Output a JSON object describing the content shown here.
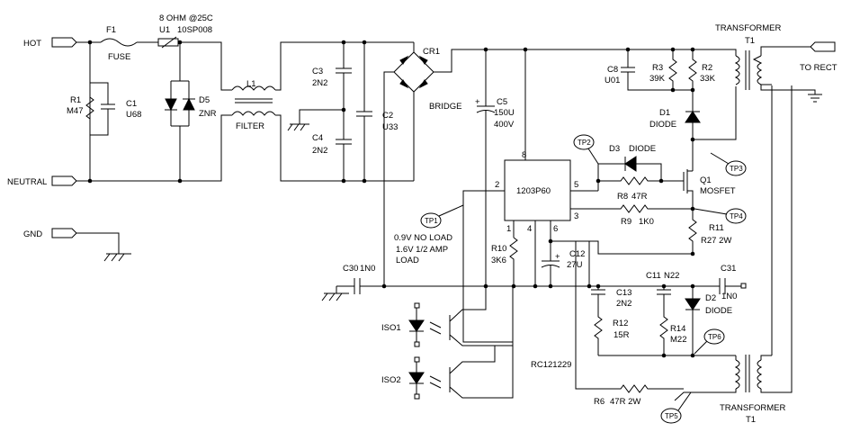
{
  "terminals": {
    "hot": "HOT",
    "neutral": "NEUTRAL",
    "gnd": "GND",
    "to_rect": "TO RECT"
  },
  "components": {
    "f1": {
      "ref": "F1",
      "value": "FUSE"
    },
    "u1": {
      "ref": "U1",
      "value": "10SP008",
      "note": "8 OHM @25C"
    },
    "r1": {
      "ref": "R1",
      "value": "M47"
    },
    "c1": {
      "ref": "C1",
      "value": "U68"
    },
    "d5": {
      "ref": "D5",
      "value": "ZNR"
    },
    "l1": {
      "ref": "L1",
      "value": "FILTER"
    },
    "c3": {
      "ref": "C3",
      "value": "2N2"
    },
    "c4": {
      "ref": "C4",
      "value": "2N2"
    },
    "c2": {
      "ref": "C2",
      "value": "U33"
    },
    "cr1": {
      "ref": "CR1",
      "value": "BRIDGE"
    },
    "c5": {
      "ref": "C5",
      "value": "150U",
      "rating": "400V"
    },
    "c8": {
      "ref": "C8",
      "value": "U01"
    },
    "r3": {
      "ref": "R3",
      "value": "39K"
    },
    "r2": {
      "ref": "R2",
      "value": "33K"
    },
    "d1": {
      "ref": "D1",
      "value": "DIODE"
    },
    "t1_top": {
      "label": "TRANSFORMER",
      "ref": "T1"
    },
    "t1_bottom": {
      "label": "TRANSFORMER",
      "ref": "T1"
    },
    "ic": {
      "value": "1203P60",
      "pins": [
        "8",
        "2",
        "5",
        "3",
        "1",
        "4",
        "6"
      ]
    },
    "d3": {
      "ref": "D3",
      "value": "DIODE"
    },
    "r8": {
      "ref": "R8",
      "value": "47R"
    },
    "q1": {
      "ref": "Q1",
      "value": "MOSFET"
    },
    "r9": {
      "ref": "R9",
      "value": "1K0"
    },
    "r11": {
      "ref": "R11",
      "value": "R27 2W"
    },
    "r10": {
      "ref": "R10",
      "value": "3K6"
    },
    "c12": {
      "ref": "C12",
      "value": "27U"
    },
    "c30": {
      "ref": "C30",
      "value": "1N0"
    },
    "c11": {
      "ref": "C11",
      "value": "N22"
    },
    "c31": {
      "ref": "C31",
      "value": "1N0"
    },
    "c13": {
      "ref": "C13",
      "value": "2N2"
    },
    "d2": {
      "ref": "D2",
      "value": "DIODE"
    },
    "r12": {
      "ref": "R12",
      "value": "15R"
    },
    "r14": {
      "ref": "R14",
      "value": "M22"
    },
    "r6": {
      "ref": "R6",
      "value": "47R 2W"
    },
    "iso1": {
      "ref": "ISO1"
    },
    "iso2": {
      "ref": "ISO2"
    }
  },
  "test_points": [
    "TP1",
    "TP2",
    "TP3",
    "TP4",
    "TP5",
    "TP6"
  ],
  "notes": {
    "no_load": "0.9V NO LOAD",
    "half_load_1": "1.6V 1/2 AMP",
    "half_load_2": "LOAD",
    "drawing_id": "RC121229"
  }
}
